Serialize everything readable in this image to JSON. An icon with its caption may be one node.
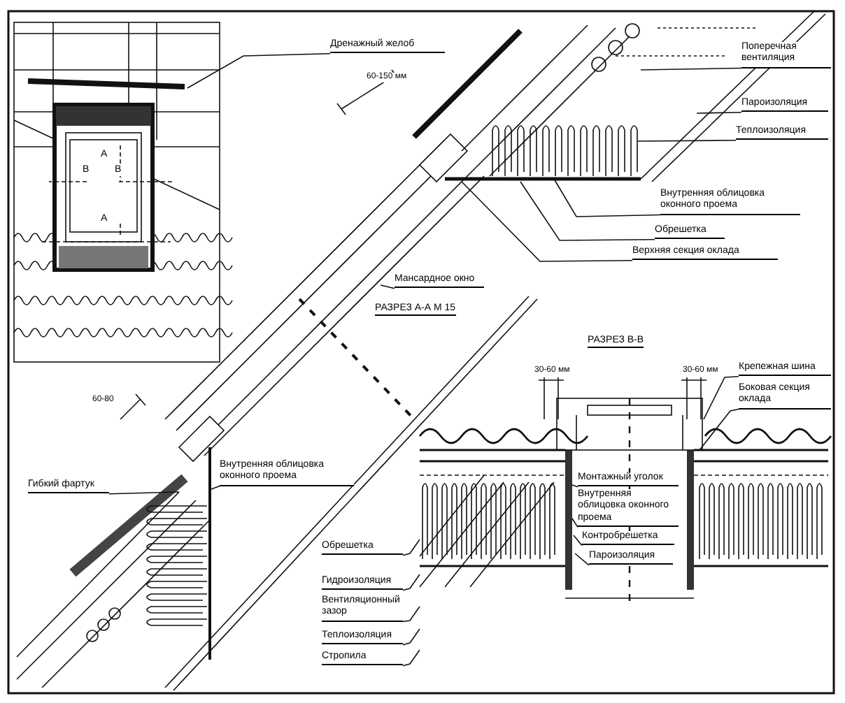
{
  "diagram": {
    "nodes": [
      {
        "text": [
          "Дренажный желоб"
        ]
      },
      {
        "text": [
          "Поперечная вентиляция"
        ]
      },
      {
        "text": [
          "Пароизоляция"
        ]
      },
      {
        "text": [
          "Теплоизоляция"
        ]
      },
      {
        "text": [
          "Внутренняя облицовка оконного проема"
        ]
      },
      {
        "text": [
          "Обрешетка"
        ]
      },
      {
        "text": [
          "Верхняя секция оклада"
        ]
      },
      {
        "text": [
          "Мансардное окно"
        ]
      },
      {
        "text": [
          "Крепежная шина"
        ]
      },
      {
        "text": [
          "Боковая секция оклада"
        ]
      },
      {
        "text": [
          "Внутренняя облицовка оконного проема"
        ]
      },
      {
        "text": [
          "Гибкий фартук"
        ]
      },
      {
        "text": [
          "Монтажный уголок"
        ]
      },
      {
        "text": [
          "Внутренняя облицовка оконного проема"
        ]
      },
      {
        "text": [
          "Контробрешетка"
        ]
      },
      {
        "text": [
          "Пароизоляция"
        ]
      },
      {
        "text": [
          "Обрешетка"
        ]
      },
      {
        "text": [
          "Гидроизоляция"
        ]
      },
      {
        "text": [
          "Вентиляционный зазор"
        ]
      },
      {
        "text": [
          "Теплоизоляция"
        ]
      },
      {
        "text": [
          "Стропила"
        ]
      }
    ],
    "edges": [
      {
        "from": 0,
        "to": null,
        "arrow": "none"
      },
      {
        "from": 1,
        "to": null,
        "arrow": "none"
      },
      {
        "from": 2,
        "to": null,
        "arrow": "none"
      },
      {
        "from": 3,
        "to": null,
        "arrow": "none"
      },
      {
        "from": 4,
        "to": null,
        "arrow": "none"
      },
      {
        "from": 5,
        "to": null,
        "arrow": "none"
      },
      {
        "from": 6,
        "to": null,
        "arrow": "none"
      },
      {
        "from": 7,
        "to": null,
        "arrow": "none"
      },
      {
        "from": 8,
        "to": null,
        "arrow": "none"
      },
      {
        "from": 9,
        "to": null,
        "arrow": "none"
      },
      {
        "from": 10,
        "to": null,
        "arrow": "none"
      },
      {
        "from": 11,
        "to": null,
        "arrow": "none"
      },
      {
        "from": 12,
        "to": null,
        "arrow": "none"
      },
      {
        "from": 13,
        "to": null,
        "arrow": "none"
      },
      {
        "from": 14,
        "to": null,
        "arrow": "none"
      },
      {
        "from": 15,
        "to": null,
        "arrow": "none"
      },
      {
        "from": 16,
        "to": null,
        "arrow": "none"
      },
      {
        "from": 17,
        "to": null,
        "arrow": "none"
      },
      {
        "from": 18,
        "to": null,
        "arrow": "none"
      },
      {
        "from": 19,
        "to": null,
        "arrow": "none"
      },
      {
        "from": 20,
        "to": null,
        "arrow": "none"
      }
    ],
    "labels": [
      "60-150 мм",
      "А",
      "В",
      "В",
      "А",
      "РАЗРЕЗ А-А М 15",
      "РАЗРЕЗ В-В",
      "30-60 мм",
      "30-60 мм",
      "60-80"
    ]
  }
}
